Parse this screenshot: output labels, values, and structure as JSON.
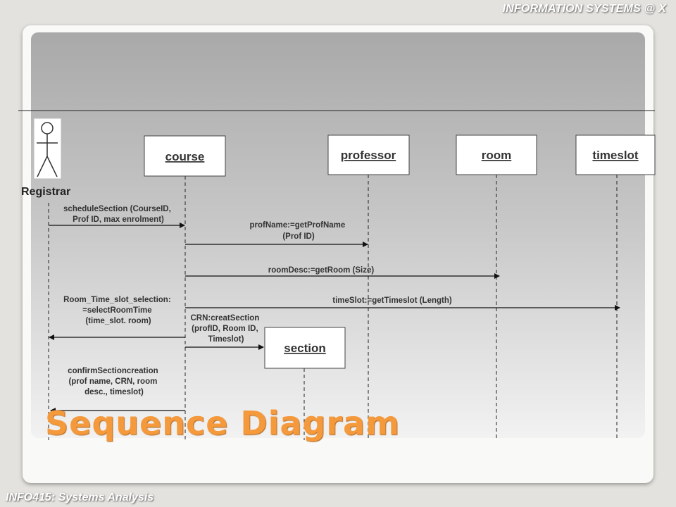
{
  "header": {
    "course_label": "INFORMATION SYSTEMS @ X"
  },
  "footer": {
    "course_code": "INFO415: Systems Analysis"
  },
  "slide": {
    "title": "Sequence Diagram"
  },
  "actor": {
    "name": "Registrar"
  },
  "objects": {
    "course": "course",
    "professor": "professor",
    "room": "room",
    "timeslot": "timeslot",
    "section": "section"
  },
  "messages": {
    "m1": [
      "scheduleSection (CourseID,",
      "Prof ID, max enrolment)"
    ],
    "m2": [
      "profName:=getProfName",
      "(Prof ID)"
    ],
    "m3": [
      "roomDesc:=getRoom   (Size)"
    ],
    "m4": [
      "timeSlot:=getTimeslot   (Length)"
    ],
    "m5": [
      "Room_Time_slot_selection:",
      "=selectRoomTime",
      "(time_slot. room)"
    ],
    "m6": [
      "CRN:creatSection",
      "(profID, Room ID,",
      "Timeslot)"
    ],
    "m7": [
      "confirmSectioncreation",
      "(prof name, CRN, room",
      "desc., timeslot)"
    ]
  },
  "colors": {
    "title": "#f59a3c",
    "panel_top": "#a9a9a9",
    "panel_bottom": "#f2f2f2"
  }
}
